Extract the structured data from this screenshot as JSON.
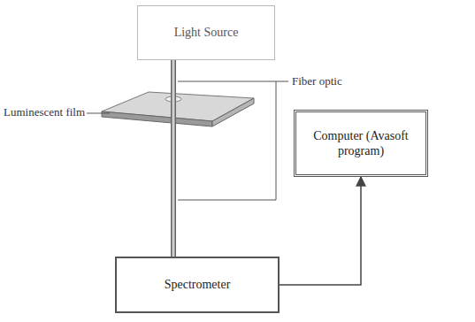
{
  "diagram": {
    "nodes": [
      {
        "text": [
          "Light Source"
        ]
      },
      {
        "text": [
          "Computer (Avasoft program)"
        ]
      },
      {
        "text": [
          "Spectrometer"
        ]
      }
    ],
    "edges": [
      {
        "from": 0,
        "to": 2,
        "arrow": "none"
      },
      {
        "from": 2,
        "to": 1,
        "arrow": "to"
      }
    ],
    "labels": [
      "Luminescent film",
      "Fiber optic"
    ]
  }
}
